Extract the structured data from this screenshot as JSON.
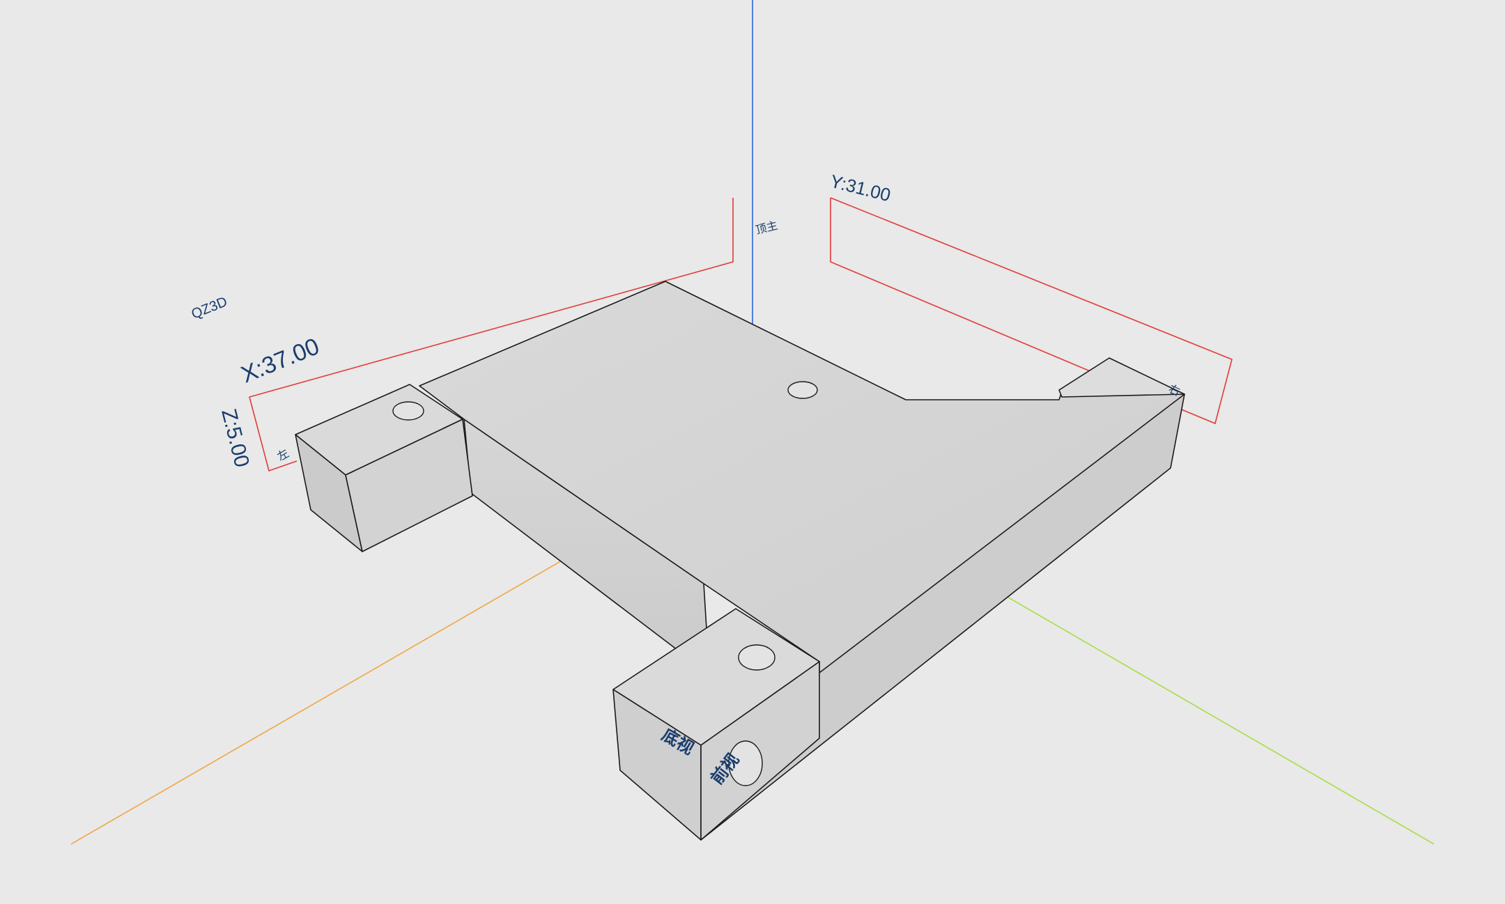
{
  "viewport": {
    "brand_label": "QZ3D",
    "dimensions": {
      "x_label": "X:37.00",
      "y_label": "Y:31.00",
      "z_label": "Z:5.00"
    },
    "face_labels": {
      "top": "顶主",
      "left": "左",
      "right": "右",
      "front": "前视",
      "front_side": "底视"
    },
    "colors": {
      "background": "#e8e9e8",
      "axis_x": "#f2a23a",
      "axis_y": "#a6dc3c",
      "axis_z": "#2a66d9",
      "dimension_box": "#e23a3a",
      "label_text": "#1a3d6e"
    }
  }
}
